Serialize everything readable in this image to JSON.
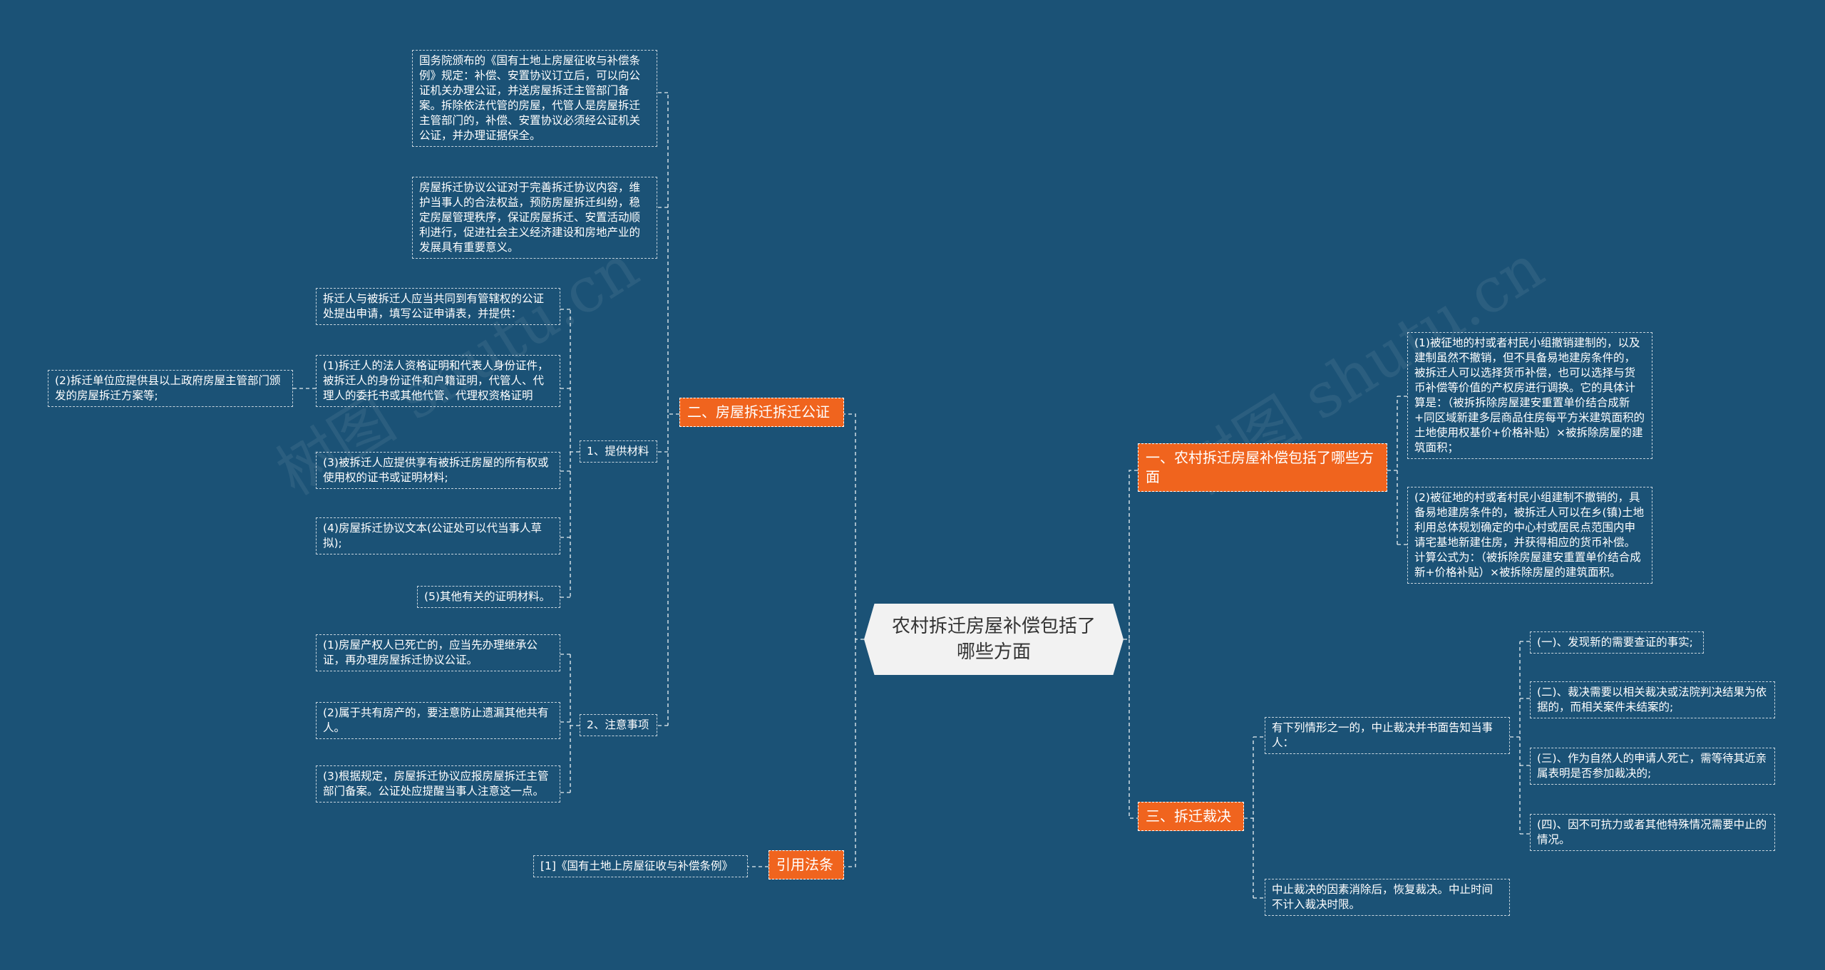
{
  "root": {
    "label": "农村拆迁房屋补偿包括了哪些方面"
  },
  "branches": {
    "b1": {
      "label": "一、农村拆迁房屋补偿包括了哪些方面",
      "items": [
        "(1)被征地的村或者村民小组撤销建制的，以及建制虽然不撤销，但不具备易地建房条件的，被拆迁人可以选择货币补偿，也可以选择与货币补偿等价值的产权房进行调换。它的具体计算是：（被拆拆除房屋建安重置单价结合成新+同区域新建多层商品住房每平方米建筑面积的土地使用权基价+价格补贴）×被拆除房屋的建筑面积；",
        "(2)被征地的村或者村民小组建制不撤销的，具备易地建房条件的，被拆迁人可以在乡(镇)土地利用总体规划确定的中心村或居民点范围内申请宅基地新建住房，并获得相应的货币补偿。计算公式为：（被拆除房屋建安重置单价结合成新+价格补贴）×被拆除房屋的建筑面积。"
      ]
    },
    "b2": {
      "label": "二、房屋拆迁拆迁公证",
      "top_notes": [
        "国务院颁布的《国有土地上房屋征收与补偿条例》规定：补偿、安置协议订立后，可以向公证机关办理公证，并送房屋拆迁主管部门备案。拆除依法代管的房屋，代管人是房屋拆迁主管部门的，补偿、安置协议必须经公证机关公证，并办理证据保全。",
        "房屋拆迁协议公证对于完善拆迁协议内容，维护当事人的合法权益，预防房屋拆迁纠纷，稳定房屋管理秩序，保证房屋拆迁、安置活动顺利进行，促进社会主义经济建设和房地产业的发展具有重要意义。"
      ],
      "materials": {
        "label": "1、提供材料",
        "items": [
          "拆迁人与被拆迁人应当共同到有管辖权的公证处提出申请，填写公证申请表，并提供：",
          "(1)拆迁人的法人资格证明和代表人身份证件，被拆迁人的身份证件和户籍证明，代管人、代理人的委托书或其他代管、代理权资格证明",
          "(3)被拆迁人应提供享有被拆迁房屋的所有权或使用权的证书或证明材料;",
          "(4)房屋拆迁协议文本(公证处可以代当事人草拟);",
          "(5)其他有关的证明材料。"
        ],
        "sub_item": "(2)拆迁单位应提供县以上政府房屋主管部门颁发的房屋拆迁方案等;"
      },
      "notes": {
        "label": "2、注意事项",
        "items": [
          "(1)房屋产权人已死亡的，应当先办理继承公证，再办理房屋拆迁协议公证。",
          "(2)属于共有房产的，要注意防止遗漏其他共有人。",
          "(3)根据规定，房屋拆迁协议应报房屋拆迁主管部门备案。公证处应提醒当事人注意这一点。"
        ]
      }
    },
    "b3": {
      "label": "三、拆迁裁决",
      "suspend": {
        "label": "有下列情形之一的，中止裁决并书面告知当事人：",
        "items": [
          "(一)、发现新的需要查证的事实;",
          "(二)、裁决需要以相关裁决或法院判决结果为依据的，而相关案件未结案的;",
          "(三)、作为自然人的申请人死亡，需等待其近亲属表明是否参加裁决的;",
          "(四)、因不可抗力或者其他特殊情况需要中止的情况。"
        ]
      },
      "resume": "中止裁决的因素消除后，恢复裁决。中止时间不计入裁决时限。"
    },
    "b4": {
      "label": "引用法条",
      "items": [
        "[1]《国有土地上房屋征收与补偿条例》"
      ]
    }
  },
  "watermark": [
    "树图 shutu.cn",
    "树图 shutu.cn"
  ]
}
